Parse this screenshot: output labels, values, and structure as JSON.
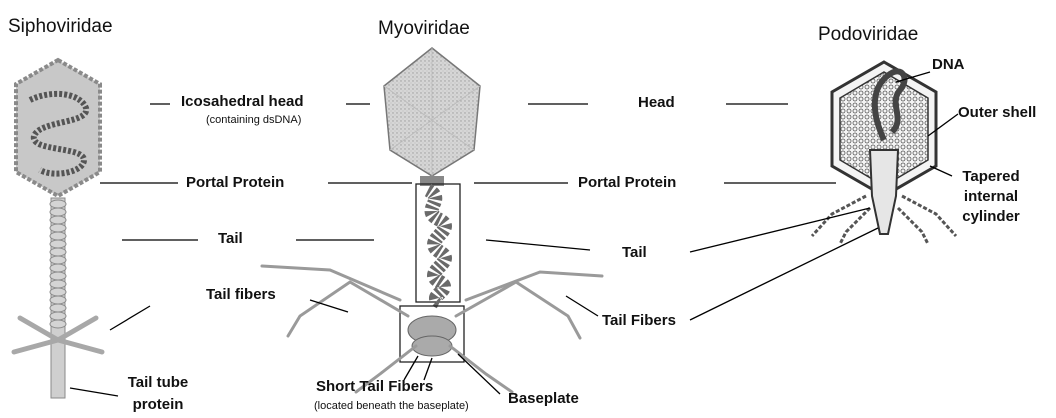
{
  "families": {
    "siphoviridae": "Siphoviridae",
    "myoviridae": "Myoviridae",
    "podoviridae": "Podoviridae"
  },
  "labels": {
    "icosahedral_head": "Icosahedral head",
    "containing_dsdna": "(containing dsDNA)",
    "head": "Head",
    "dna": "DNA",
    "outer_shell": "Outer shell",
    "portal_protein_left": "Portal Protein",
    "portal_protein_right": "Portal Protein",
    "tapered_line1": "Tapered",
    "tapered_line2": "internal",
    "tapered_line3": "cylinder",
    "tail_left": "Tail",
    "tail_right": "Tail",
    "tail_fibers_left": "Tail fibers",
    "tail_fibers_right": "Tail Fibers",
    "tail_tube_line1": "Tail tube",
    "tail_tube_line2": "protein",
    "short_tail_fibers": "Short Tail Fibers",
    "located_beneath": "(located beneath the baseplate)",
    "baseplate": "Baseplate"
  },
  "colors": {
    "line": "#000000",
    "sipho_fill": "#c8c8c8",
    "sipho_stroke": "#8a8a8a",
    "myo_fill": "#d2d2d2",
    "podo_stroke": "#333333"
  }
}
